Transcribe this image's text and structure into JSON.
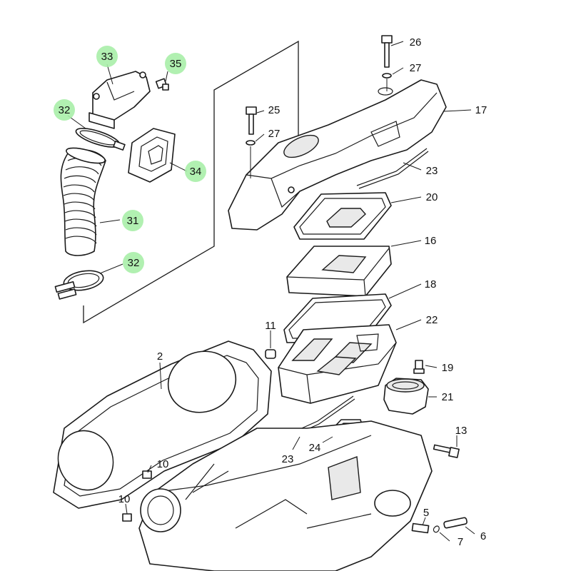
{
  "callouts": {
    "p2": "2",
    "p5": "5",
    "p6": "6",
    "p7": "7",
    "p10a": "10",
    "p10b": "10",
    "p11": "11",
    "p13": "13",
    "p16": "16",
    "p17": "17",
    "p18": "18",
    "p19": "19",
    "p20": "20",
    "p21": "21",
    "p22": "22",
    "p23a": "23",
    "p23b": "23",
    "p24": "24",
    "p25": "25",
    "p26": "26",
    "p27a": "27",
    "p27b": "27",
    "p31": "31",
    "p32a": "32",
    "p32b": "32",
    "p33": "33",
    "p34": "34",
    "p35": "35"
  },
  "highlight_color": "#a8eea8"
}
